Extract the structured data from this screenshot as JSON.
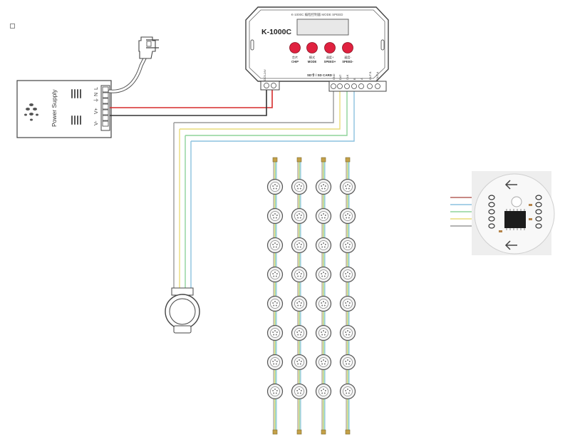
{
  "controller": {
    "model": "K-1000C",
    "header_text": "K-1000C 编程控制器 MODE SPEED",
    "buttons": [
      {
        "cn": "芯片",
        "en": "CHIP"
      },
      {
        "cn": "模式",
        "en": "MODE"
      },
      {
        "cn": "速度+",
        "en": "SPEED+"
      },
      {
        "cn": "速度-",
        "en": "SPEED-"
      }
    ],
    "power_label": "DC5-24V",
    "sd_label": "SD卡 / SD CARD",
    "terminal_labels": [
      "GND",
      "DAT",
      "CLK",
      "B",
      "A",
      "OUT B",
      "OUT A"
    ]
  },
  "power_supply": {
    "label": "Power Supply",
    "terminals": [
      "L",
      "N",
      "⏚",
      "V+",
      "V-"
    ]
  },
  "pixel_strips": {
    "columns": 4,
    "nodes_per_column": 8
  },
  "colors": {
    "red": "#d62b2b",
    "black": "#333333",
    "white": "#9a9a9a",
    "yellow": "#e9dc7a",
    "green": "#8fd39a",
    "blue": "#8cc2df",
    "accent_button": "#e0213f",
    "controller_body": "#ffffff",
    "stroke": "#444444"
  }
}
